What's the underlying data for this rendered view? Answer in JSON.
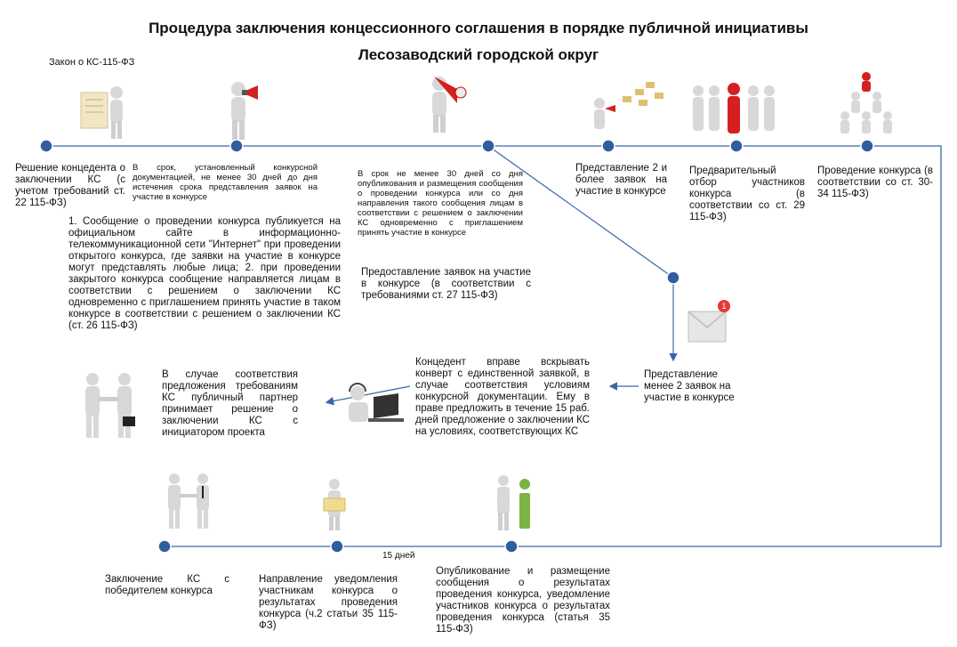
{
  "title": {
    "line1": "Процедура заключения концессионного соглашения в порядке публичной инициативы",
    "line2": "Лесозаводский городской округ"
  },
  "law_label": "Закон о КС-115-ФЗ",
  "top_steps": [
    "Решение концедента о заключении КС (с учетом требований ст. 22 115-ФЗ)",
    "В срок, установленный конкурсной документацией, не менее 30 дней до дня истечения срока представления заявок на участие в конкурсе",
    "В срок не менее 30 дней со дня опубликования и размещения сообщения о проведении конкурса или со дня направления такого сообщения лицам в соответствии с решением о заключении КС одновременно с приглашением принять участие в конкурсе",
    "Представление 2 и более заявок на участие в конкурсе",
    "Предварительный отбор участников конкурса (в соответствии со ст. 29 115-ФЗ)",
    "Проведение конкурса (в соответствии со ст. 30-34 115-ФЗ)"
  ],
  "notice_text": "1. Сообщение о проведении конкурса публикуется на официальном сайте в информационно-телекоммуникационной сети \"Интернет\" при проведении открытого конкурса, где заявки на участие в конкурсе могут представлять любые лица; 2. при проведении закрытого конкурса сообщение направляется лицам в соответствии с решением о заключении КС одновременно с приглашением принять участие в таком конкурсе в соответствии с решением о заключении КС (ст. 26 115-ФЗ)",
  "applications_text": "Предоставление заявок на участие в конкурсе (в соответствии с требованиями ст. 27 115-ФЗ)",
  "less_two": "Представление менее 2 заявок на участие в конкурсе",
  "notification_badge": "1",
  "single_envelope": "Концедент вправе вскрывать конверт с единственной заявкой, в случае соответствия условиям конкурсной документации. Ему в праве предложить в течение 15 раб. дней предложение о заключении КС на условиях, соответствующих КС",
  "partner_decision": "В случае соответствия предложения требованиям КС публичный партнер принимает решение о заключении КС с инициатором проекта",
  "bottom_steps": [
    "Заключение КС с победителем конкурса",
    "Направление уведомления участникам конкурса о результатах проведения конкурса (ч.2 статьи 35 115-ФЗ)",
    "Опубликование и размещение сообщения о результатах проведения конкурса, уведомление участников конкурса о результатах проведения конкурса (статья 35 115-ФЗ)"
  ],
  "days_label": "15 дней",
  "colors": {
    "line": "#3a66a8",
    "node": "#2f5d9e",
    "accent": "#d42020",
    "figure": "#c9c9c9"
  }
}
